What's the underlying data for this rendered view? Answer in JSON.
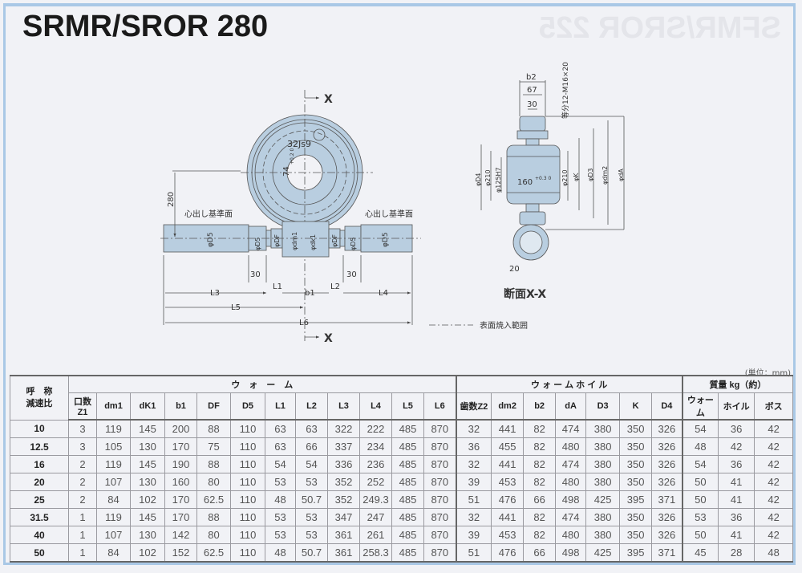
{
  "title": "SRMR/SROR 280",
  "bleed_through": "SFMR/SROR 225",
  "drawing": {
    "section_mark_top": "X",
    "section_mark_bottom": "X",
    "center_height": "280",
    "keyway_width": "32Js9",
    "keyway_depth": "74",
    "keyway_tol": "+0.2 0",
    "ref_surface_left": "心出し基準面",
    "ref_surface_right": "心出し基準面",
    "dim_D5": "φD5",
    "dim_D5_left": "φD5",
    "dim_DF_left": "φDF",
    "dim_dm1": "φdm1",
    "dim_dk1": "φdk1",
    "dim_DF_right": "φDF",
    "dim_D5_right": "φD5",
    "dim_D5_far": "φD5",
    "len_30_left": "30",
    "len_30_right": "30",
    "L1": "L1",
    "L2": "L2",
    "L3": "L3",
    "L4": "L4",
    "L5": "L5",
    "L6": "L6",
    "b1": "b1",
    "legend_hardening": "表面焼入範囲"
  },
  "section": {
    "b2": "b2",
    "w67": "67",
    "w30": "30",
    "bolts": "等分12-M16×20",
    "D4": "φD4",
    "d210_left": "φ210",
    "d125": "φ125H7",
    "hub_len": "160",
    "hub_tol": "+0.3 0",
    "d210_right": "φ210",
    "K": "φK",
    "D3": "φD3",
    "dm2": "φdm2",
    "dA": "φdA",
    "w20": "20",
    "caption": "断面X-X"
  },
  "table": {
    "unit": "(単位：mm)",
    "group_ratio": "呼　称\n減速比",
    "group_worm": "ウ　ォ　ー　ム",
    "group_wheel": "ウ ォ ー ム ホ イ ル",
    "group_mass": "質量 kg（約）",
    "columns": [
      "口数Z1",
      "dm1",
      "dK1",
      "b1",
      "DF",
      "D5",
      "L1",
      "L2",
      "L3",
      "L4",
      "L5",
      "L6",
      "歯数Z2",
      "dm2",
      "b2",
      "dA",
      "D3",
      "K",
      "D4",
      "ウォーム",
      "ホイル",
      "ボス"
    ],
    "rows": [
      [
        "10",
        "3",
        "119",
        "145",
        "200",
        "88",
        "110",
        "63",
        "63",
        "322",
        "222",
        "485",
        "870",
        "32",
        "441",
        "82",
        "474",
        "380",
        "350",
        "326",
        "54",
        "36",
        "42"
      ],
      [
        "12.5",
        "3",
        "105",
        "130",
        "170",
        "75",
        "110",
        "63",
        "66",
        "337",
        "234",
        "485",
        "870",
        "36",
        "455",
        "82",
        "480",
        "380",
        "350",
        "326",
        "48",
        "42",
        "42"
      ],
      [
        "16",
        "2",
        "119",
        "145",
        "190",
        "88",
        "110",
        "54",
        "54",
        "336",
        "236",
        "485",
        "870",
        "32",
        "441",
        "82",
        "474",
        "380",
        "350",
        "326",
        "54",
        "36",
        "42"
      ],
      [
        "20",
        "2",
        "107",
        "130",
        "160",
        "80",
        "110",
        "53",
        "53",
        "352",
        "252",
        "485",
        "870",
        "39",
        "453",
        "82",
        "480",
        "380",
        "350",
        "326",
        "50",
        "41",
        "42"
      ],
      [
        "25",
        "2",
        "84",
        "102",
        "170",
        "62.5",
        "110",
        "48",
        "50.7",
        "352",
        "249.3",
        "485",
        "870",
        "51",
        "476",
        "66",
        "498",
        "425",
        "395",
        "371",
        "50",
        "41",
        "42"
      ],
      [
        "31.5",
        "1",
        "119",
        "145",
        "170",
        "88",
        "110",
        "53",
        "53",
        "347",
        "247",
        "485",
        "870",
        "32",
        "441",
        "82",
        "474",
        "380",
        "350",
        "326",
        "53",
        "36",
        "42"
      ],
      [
        "40",
        "1",
        "107",
        "130",
        "142",
        "80",
        "110",
        "53",
        "53",
        "361",
        "261",
        "485",
        "870",
        "39",
        "453",
        "82",
        "480",
        "380",
        "350",
        "326",
        "50",
        "41",
        "42"
      ],
      [
        "50",
        "1",
        "84",
        "102",
        "152",
        "62.5",
        "110",
        "48",
        "50.7",
        "361",
        "258.3",
        "485",
        "870",
        "51",
        "476",
        "66",
        "498",
        "425",
        "395",
        "371",
        "45",
        "28",
        "48"
      ]
    ]
  },
  "colors": {
    "part_fill": "#b9cee0",
    "frame": "#a9c8e6"
  }
}
